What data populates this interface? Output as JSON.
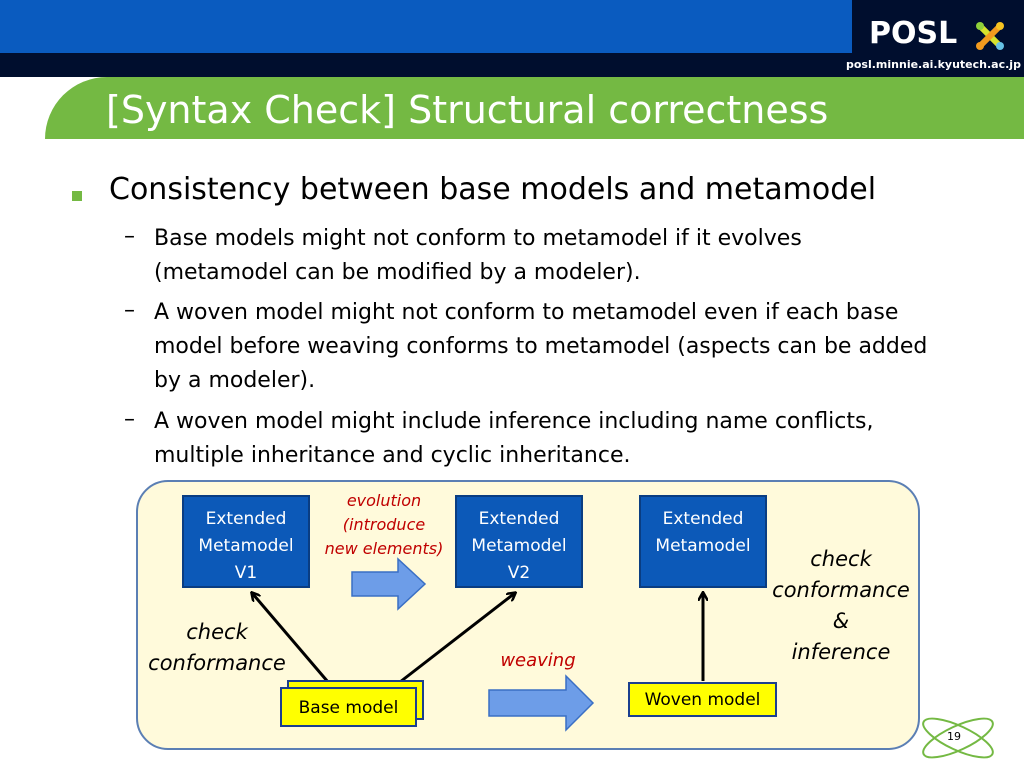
{
  "header": {
    "logo_text": "POSL",
    "logo_url": "posl.minnie.ai.kyutech.ac.jp",
    "title": "[Syntax Check] Structural correctness"
  },
  "content": {
    "bullet": "Consistency between base models and metamodel",
    "subs": [
      [
        "Base models might not conform to metamodel if it evolves",
        "(metamodel can be modified by a modeler)."
      ],
      [
        "A woven model might not conform to metamodel even if each base",
        "model before weaving conforms to metamodel (aspects can be added",
        "by a modeler)."
      ],
      [
        "A woven model might include inference including name conflicts,",
        "multiple inheritance and cyclic inheritance."
      ]
    ]
  },
  "diagram": {
    "box_v1": [
      "Extended",
      "Metamodel",
      "V1"
    ],
    "box_v2": [
      "Extended",
      "Metamodel",
      "V2"
    ],
    "box_woven_meta": [
      "Extended",
      "Metamodel"
    ],
    "evolution": [
      "evolution",
      "(introduce",
      "new elements)"
    ],
    "check_left": [
      "check",
      "conformance"
    ],
    "check_right": [
      "check",
      "conformance",
      "&",
      "inference"
    ],
    "weaving": "weaving",
    "base_model": "Base model",
    "woven_model": "Woven model"
  },
  "page_number": "19",
  "colors": {
    "header_blue": "#0a5bbf",
    "header_dark": "#000e2e",
    "title_green": "#74b943",
    "diagram_bg": "#fffadb",
    "model_box": "#0c59b8",
    "highlight_yellow": "#ffff00",
    "italic_red": "#c00000"
  }
}
